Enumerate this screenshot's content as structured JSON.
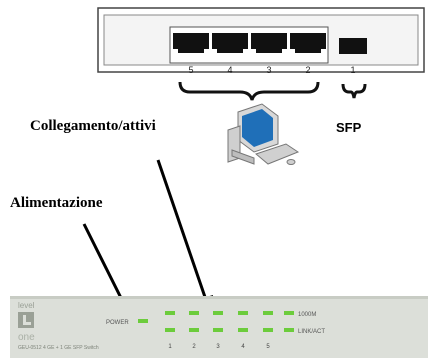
{
  "rear_panel": {
    "port_numbers": [
      "5",
      "4",
      "3",
      "2",
      "1"
    ],
    "sfp_label": "SFP"
  },
  "callouts": {
    "link_activity": "Collegamento/attivi",
    "power": "Alimentazione"
  },
  "front_panel": {
    "logo_top": "level",
    "logo_bottom": "one",
    "power_label": "POWER",
    "model_text": "GEU-0512  4 GE + 1 GE SFP Switch",
    "led_1000m_label": "1000M",
    "led_link_label": "LINK/ACT",
    "port_numbers": [
      "1",
      "2",
      "3",
      "4",
      "5"
    ]
  },
  "colors": {
    "led_green": "#6ccc3c",
    "panel_gray": "#d9dcd6",
    "port_black": "#111111"
  }
}
